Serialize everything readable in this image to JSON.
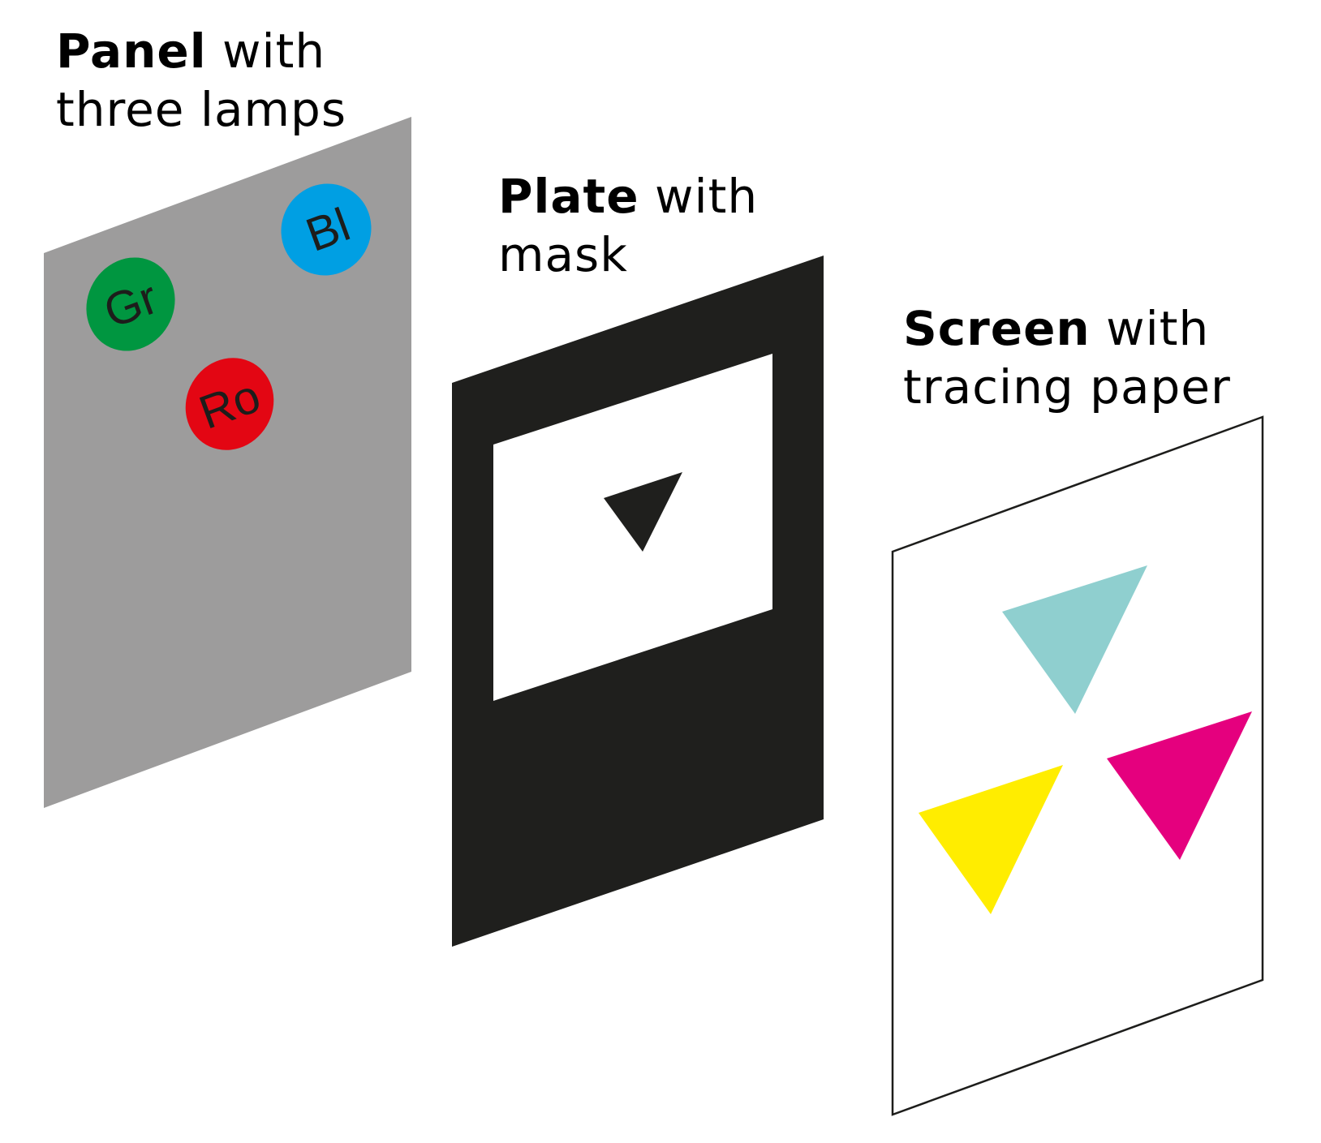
{
  "colors": {
    "panel": "#9d9c9c",
    "plate": "#1f1f1d",
    "screen_border": "#1d1d1b",
    "lamp_green": "#009640",
    "lamp_blue": "#009fe3",
    "lamp_red": "#e30613",
    "triangle_cyan": "#8fcfcf",
    "triangle_magenta": "#e5007e",
    "triangle_yellow": "#ffed00",
    "mask_triangle": "#1f1f1d"
  },
  "panel": {
    "title_bold": "Panel",
    "title_rest": " with",
    "title_line2": "three lamps",
    "lamps": [
      {
        "label": "Gr",
        "color": "green"
      },
      {
        "label": "Bl",
        "color": "blue"
      },
      {
        "label": "Ro",
        "color": "red"
      }
    ]
  },
  "plate": {
    "title_bold": "Plate",
    "title_rest": " with",
    "title_line2": "mask"
  },
  "screen": {
    "title_bold": "Screen",
    "title_rest": " with",
    "title_line2": "tracing paper",
    "triangles": [
      "cyan",
      "magenta",
      "yellow"
    ]
  }
}
